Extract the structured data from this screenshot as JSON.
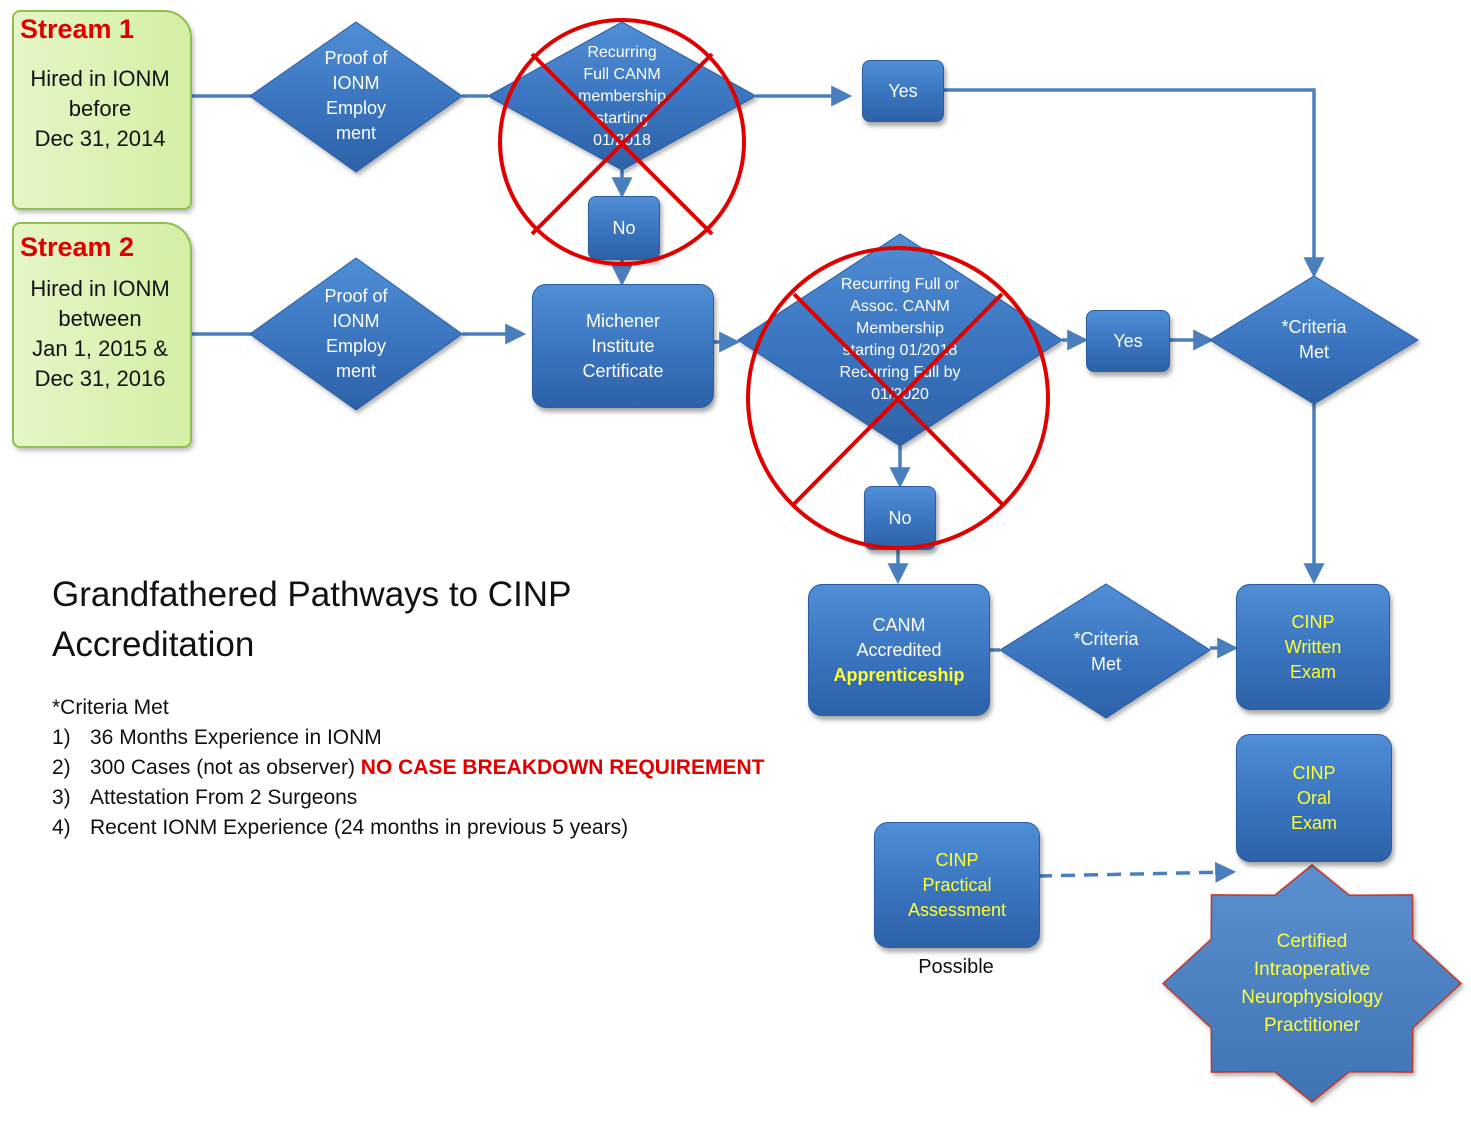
{
  "stream1": {
    "title": "Stream 1",
    "lines": [
      "Hired in IONM",
      "before",
      "Dec 31, 2014"
    ],
    "proof_diamond": [
      "Proof of",
      "IONM",
      "Employ",
      "ment"
    ],
    "membership_diamond": [
      "Recurring",
      "Full CANM",
      "membership",
      "starting",
      "01/2018"
    ],
    "yes_label": "Yes",
    "no_label": "No"
  },
  "stream2": {
    "title": "Stream 2",
    "lines": [
      "Hired in IONM",
      "between",
      "Jan 1, 2015 &",
      "Dec 31, 2016"
    ],
    "proof_diamond": [
      "Proof of",
      "IONM",
      "Employ",
      "ment"
    ],
    "michener_box": [
      "Michener",
      "Institute",
      "Certificate"
    ],
    "membership_diamond": [
      "Recurring Full or",
      "Assoc. CANM",
      "Membership",
      "starting 01/2018",
      "Recurring Full by",
      "01/2020"
    ],
    "yes_label": "Yes",
    "no_label": "No"
  },
  "criteria_met_top": [
    "*Criteria",
    "Met"
  ],
  "criteria_met_bottom": [
    "*Criteria",
    "Met"
  ],
  "apprenticeship_box": {
    "line1": "CANM",
    "line2": "Accredited",
    "line3": "Apprenticeship"
  },
  "written_exam": [
    "CINP",
    "Written",
    "Exam"
  ],
  "oral_exam": [
    "CINP",
    "Oral",
    "Exam"
  ],
  "practical_assessment": [
    "CINP",
    "Practical",
    "Assessment"
  ],
  "possible_label": "Possible",
  "certified_star": [
    "Certified",
    "Intraoperative",
    "Neurophysiology",
    "Practitioner"
  ],
  "page_title": [
    "Grandfathered Pathways to CINP",
    "Accreditation"
  ],
  "criteria_list": {
    "heading": "*Criteria Met",
    "items": [
      {
        "num": "1)",
        "text": "36 Months Experience in IONM",
        "highlight": ""
      },
      {
        "num": "2)",
        "text": "300 Cases (not as observer) ",
        "highlight": "NO CASE BREAKDOWN REQUIREMENT"
      },
      {
        "num": "3)",
        "text": "Attestation From 2 Surgeons",
        "highlight": ""
      },
      {
        "num": "4)",
        "text": "Recent IONM Experience (24 months in previous 5 years)",
        "highlight": ""
      }
    ]
  },
  "colors": {
    "box_blue": "#3a74bf",
    "connector_blue": "#4a7ebd",
    "cross_red": "#e00000",
    "scroll_green": "#d3efa5",
    "highlight_yellow": "#ffff33"
  }
}
